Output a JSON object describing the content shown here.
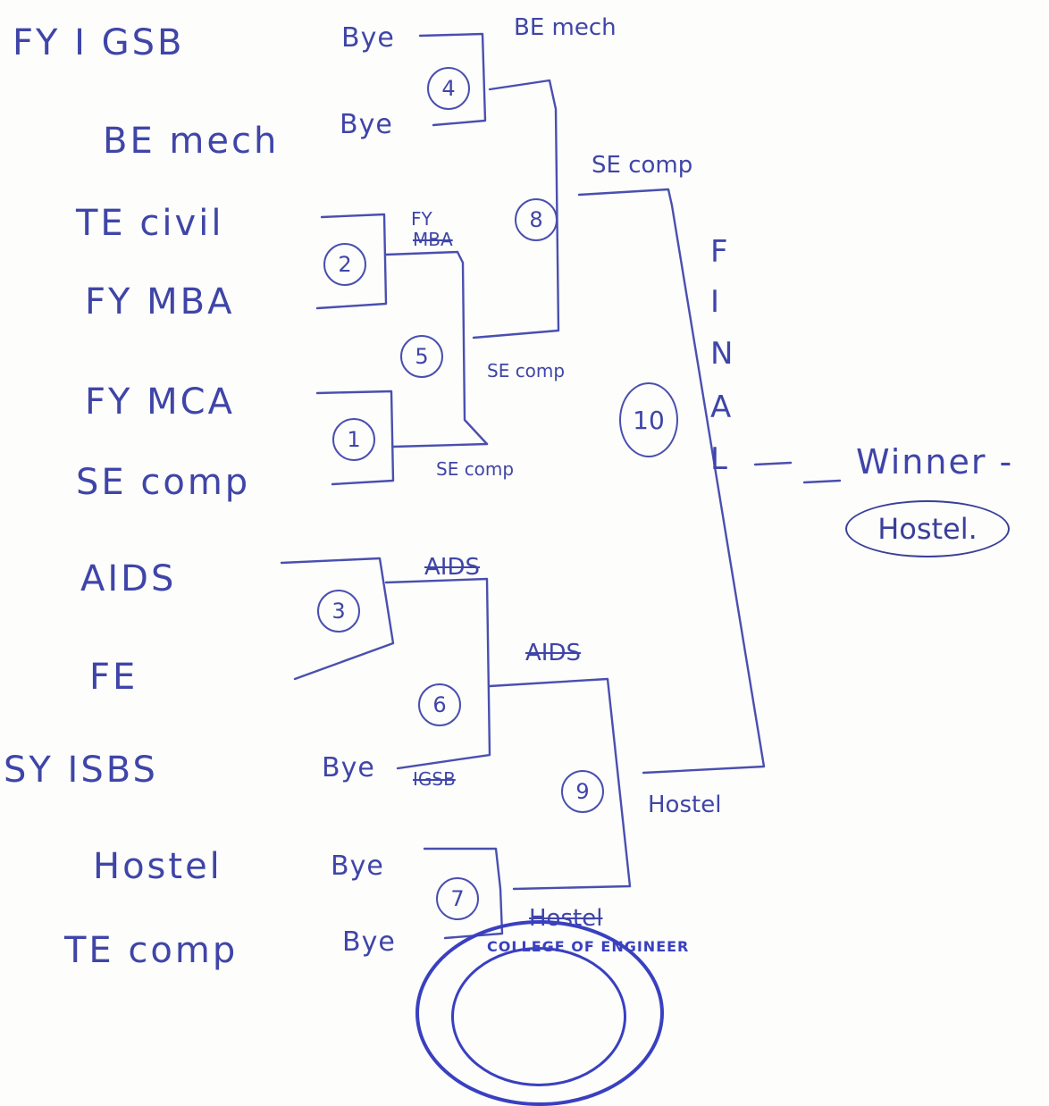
{
  "teams": [
    {
      "name": "FY I GSB",
      "bye": "Bye"
    },
    {
      "name": "BE mech",
      "bye": "Bye"
    },
    {
      "name": "TE civil"
    },
    {
      "name": "FY MBA"
    },
    {
      "name": "FY MCA"
    },
    {
      "name": "SE comp"
    },
    {
      "name": "AIDS"
    },
    {
      "name": "FE"
    },
    {
      "name": "SY ISBS",
      "bye": "Bye"
    },
    {
      "name": "Hostel",
      "bye": "Bye"
    },
    {
      "name": "TE comp",
      "bye": "Bye"
    }
  ],
  "matches": [
    "1",
    "2",
    "3",
    "4",
    "5",
    "6",
    "7",
    "8",
    "9",
    "10"
  ],
  "advances": {
    "m4": "BE mech",
    "m2_top": "FY",
    "m2_bottom": "MBA",
    "m5": "SE comp",
    "m1": "SE comp",
    "m8": "SE comp",
    "m3": "AIDS",
    "m6": "AIDS",
    "m6_bye": "IGSB",
    "m7": "Hostel",
    "m9": "Hostel"
  },
  "final_letters": [
    "F",
    "I",
    "N",
    "A",
    "L"
  ],
  "winner": {
    "label": "Winner -",
    "name": "Hostel."
  },
  "seal_text": "COLLEGE OF ENGINEER"
}
